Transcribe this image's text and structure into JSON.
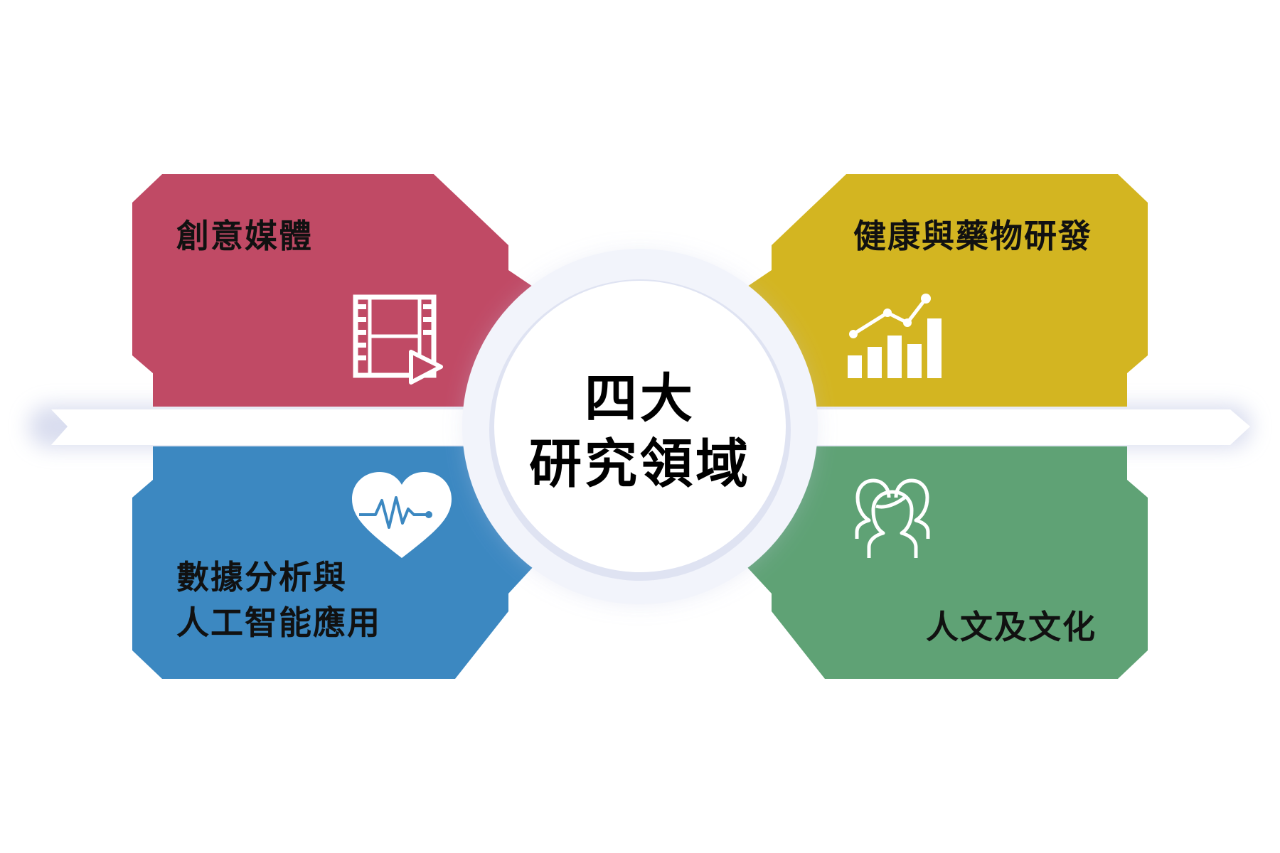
{
  "center": {
    "line1": "四大",
    "line2": "研究領域"
  },
  "quadrants": {
    "top_left": {
      "label": "創意媒體",
      "color": "#C04A65",
      "icon": "film-play-icon"
    },
    "top_right": {
      "label": "健康與藥物研發",
      "color": "#D3B521",
      "icon": "bar-chart-trend-icon"
    },
    "bottom_left": {
      "label_line1": "數據分析與",
      "label_line2": "人工智能應用",
      "color": "#3C88C1",
      "icon": "heart-pulse-icon"
    },
    "bottom_right": {
      "label": "人文及文化",
      "color": "#5FA275",
      "icon": "people-group-icon"
    }
  }
}
